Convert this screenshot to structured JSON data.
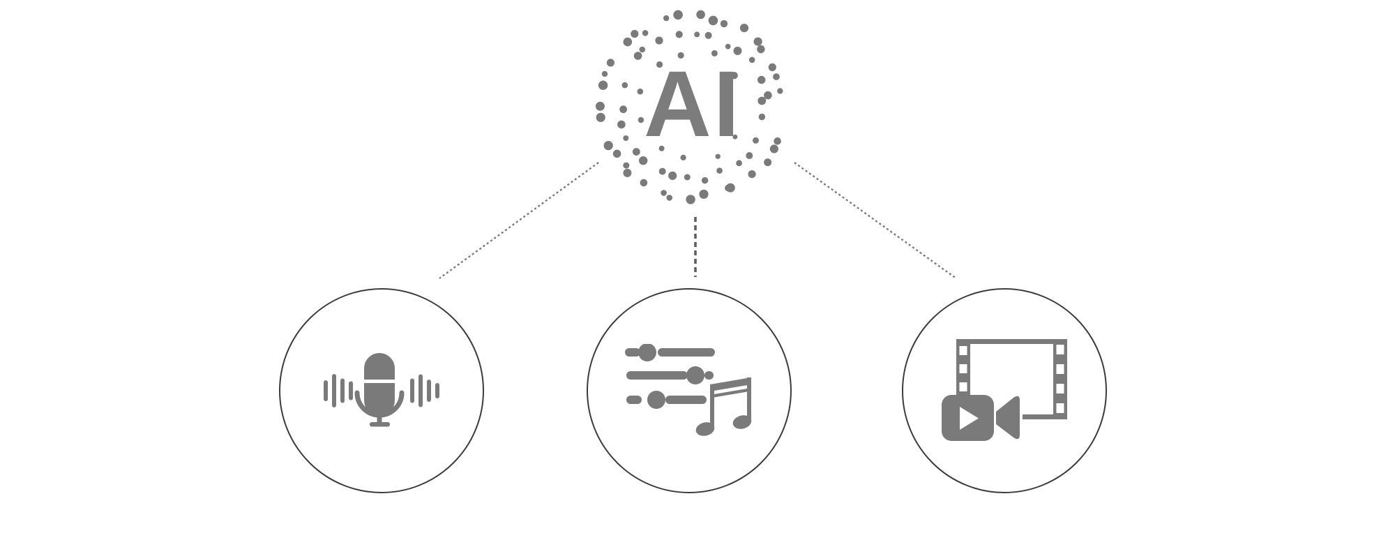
{
  "diagram": {
    "ai_node": {
      "label": "AI"
    },
    "nodes": [
      {
        "id": "voice",
        "icon": "microphone-sound-waves-icon"
      },
      {
        "id": "music",
        "icon": "audio-mixer-music-note-icon"
      },
      {
        "id": "video",
        "icon": "film-strip-video-camera-icon"
      }
    ],
    "colors": {
      "c_bg": "#ffffff",
      "c_icon": "#7a7a7a",
      "c_ai": "#7c7c7c",
      "c_outline": "#3b3b3b",
      "c_dash_diag": "#7a7a7a",
      "c_dash_vert": "#5f5f5f"
    }
  }
}
